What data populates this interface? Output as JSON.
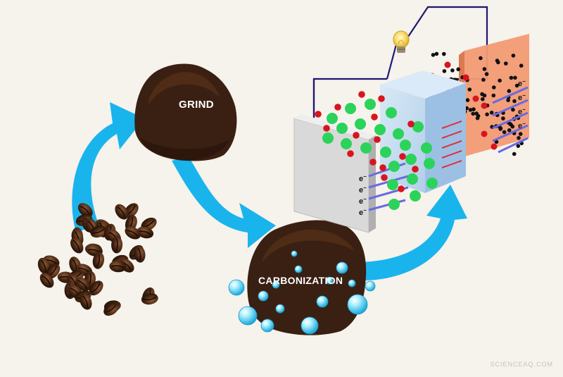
{
  "labels": {
    "grind": "GRIND",
    "carbonization": "CARBONIZATION",
    "electron": "e",
    "electron_sup": "−"
  },
  "watermark": "SCIENCEAQ.COM",
  "colors": {
    "background": "#f6f2ec",
    "arrow": "#1ab4ec",
    "coffee_dark": "#3a2012",
    "coffee_mid": "#5a3218",
    "wire": "#1e1870",
    "ion_red": "#d8141e",
    "ion_green": "#2bd35a",
    "electrode_left": "#d9d9d9",
    "separator": "#bcd8ef",
    "electrode_right": "#f29a74",
    "bubble": "#7fe0ff"
  },
  "icons": [
    "lightbulb-icon"
  ]
}
